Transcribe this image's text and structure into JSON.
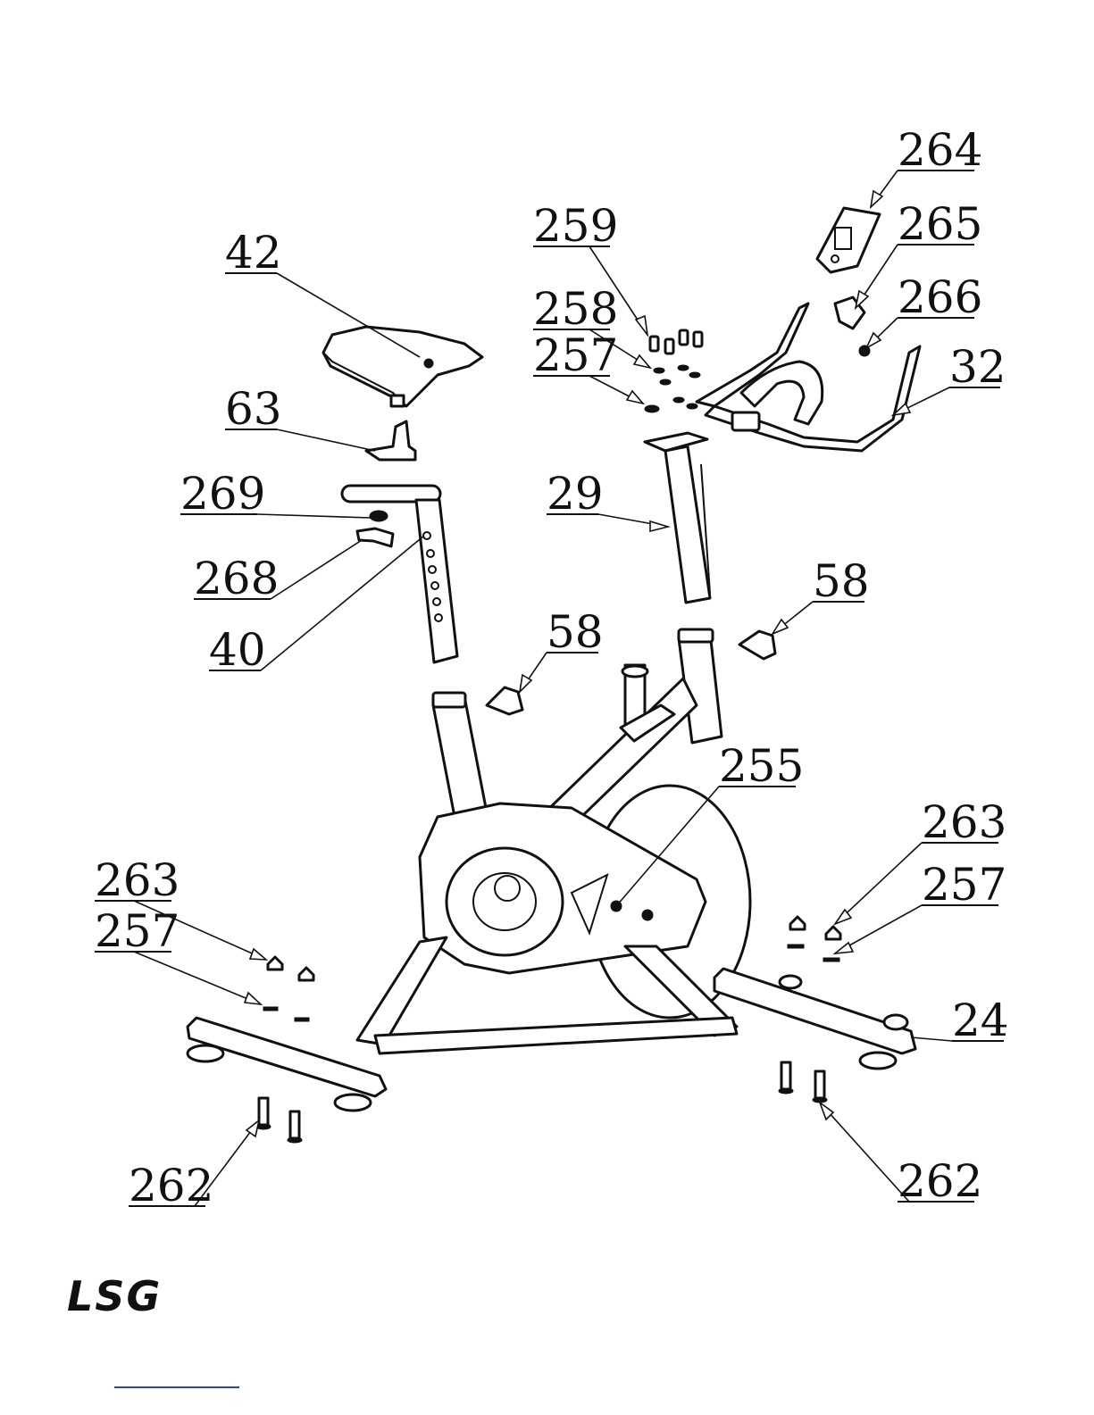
{
  "brand": {
    "logo_text": "LSG"
  },
  "labels": {
    "p42": "42",
    "p63": "63",
    "p269": "269",
    "p268": "268",
    "p40": "40",
    "p259": "259",
    "p258": "258",
    "p257_top": "257",
    "p29": "29",
    "p264": "264",
    "p265": "265",
    "p266": "266",
    "p32": "32",
    "p58_left": "58",
    "p58_right": "58",
    "p255": "255",
    "p263_left": "263",
    "p257_left": "257",
    "p263_right": "263",
    "p257_right": "257",
    "p24": "24",
    "p262_left": "262",
    "p262_right": "262"
  }
}
